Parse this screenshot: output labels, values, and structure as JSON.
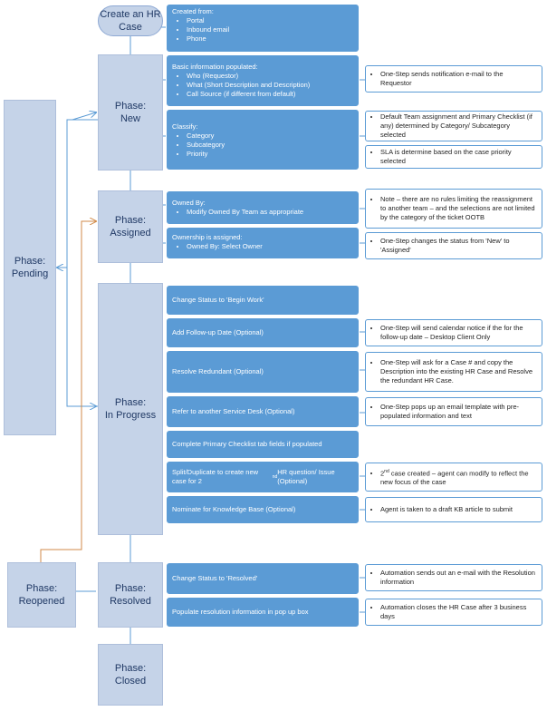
{
  "phases": {
    "start": "Create an HR\nCase",
    "new": "Phase:\nNew",
    "assigned": "Phase:\nAssigned",
    "pending": "Phase:\nPending",
    "in_progress": "Phase:\nIn Progress",
    "reopened": "Phase:\nReopened",
    "resolved": "Phase:\nResolved",
    "closed": "Phase:\nClosed"
  },
  "steps": {
    "created_from": {
      "title": "Created from:",
      "items": [
        "Portal",
        "Inbound email",
        "Phone"
      ]
    },
    "basic_info": {
      "title": "Basic information populated:",
      "items": [
        "Who (Requestor)",
        "What (Short Description and Description)",
        "Call Source (if different from default)"
      ]
    },
    "classify": {
      "title": "Classify:",
      "items": [
        "Category",
        "Subcategory",
        "Priority"
      ]
    },
    "owned_by": {
      "title": "Owned By:",
      "items": [
        "Modify Owned By Team as appropriate"
      ]
    },
    "ownership": {
      "title": "Ownership is assigned:",
      "items": [
        "Owned By: Select Owner"
      ]
    },
    "begin_work": "Change Status to 'Begin Work'",
    "follow_up": "Add Follow-up Date (Optional)",
    "redundant": "Resolve Redundant (Optional)",
    "refer": "Refer to another Service Desk (Optional)",
    "checklist": "Complete Primary Checklist tab fields if populated",
    "split": "Split/Duplicate to create new case for 2nd HR question/ Issue (Optional)",
    "nominate": "Nominate for Knowledge Base (Optional)",
    "resolved_status": "Change Status to 'Resolved'",
    "resolution_info": "Populate resolution information in pop up box"
  },
  "notes": {
    "notification": "One-Step sends notification e-mail to the Requestor",
    "default_team": "Default Team assignment and Primary Checklist (if any) determined by Category/ Subcategory selected",
    "sla": "SLA is determine based on the case priority selected",
    "no_rules": "Note – there are no rules limiting the reassignment to another team – and the selections are not limited by the category of the ticket OOTB",
    "status_change": "One-Step changes the status from 'New' to 'Assigned'",
    "calendar": "One-Step will send calendar notice if the for the follow-up date – Desktop Client Only",
    "case_copy": "One-Step will ask for a Case # and copy the Description into the existing HR Case and Resolve the redundant HR Case.",
    "email_template": "One-Step pops up an email template with pre-populated information and text",
    "second_case": "2nd case created – agent can modify to reflect the new focus of the case",
    "kb_article": "Agent is taken to a draft KB article to submit",
    "auto_email": "Automation sends out an e-mail with the Resolution information",
    "auto_close": "Automation closes the HR Case after 3 business days"
  },
  "colors": {
    "phase_fill": "#c5d3e8",
    "step_fill": "#5b9bd5",
    "note_border": "#5b9bd5",
    "reopen_line": "#d08a48",
    "connector": "#5b9bd5"
  }
}
